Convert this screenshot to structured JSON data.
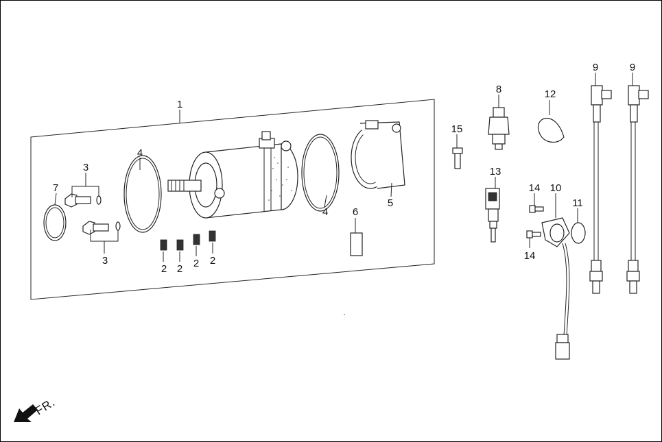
{
  "diagram": {
    "callouts": {
      "c1": "1",
      "c2a": "2",
      "c2b": "2",
      "c2c": "2",
      "c2d": "2",
      "c3a": "3",
      "c3b": "3",
      "c4a": "4",
      "c4b": "4",
      "c5": "5",
      "c6": "6",
      "c7": "7",
      "c8": "8",
      "c9a": "9",
      "c9b": "9",
      "c10": "10",
      "c11": "11",
      "c12": "12",
      "c13": "13",
      "c14a": "14",
      "c14b": "14",
      "c15": "15"
    },
    "direction_label": "FR."
  }
}
